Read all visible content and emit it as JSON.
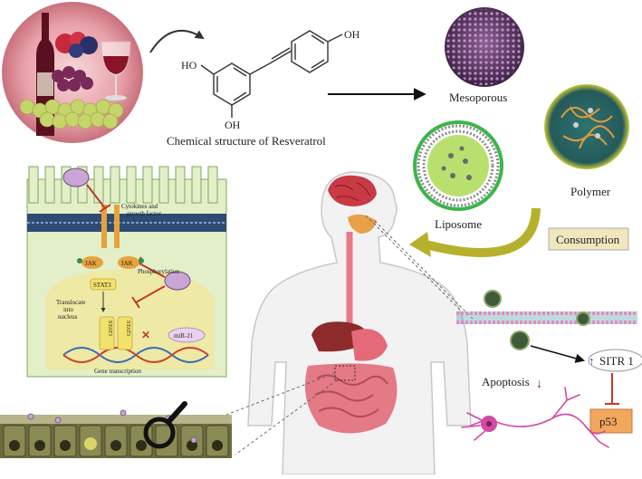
{
  "chemical": {
    "caption": "Chemical structure of Resveratrol",
    "oh_top": "OH",
    "oh_left": "HO",
    "oh_bottom": "OH"
  },
  "carriers": {
    "mesoporous": "Mesoporous",
    "polymer": "Polymer",
    "liposome": "Liposome"
  },
  "consumption": "Consumption",
  "pathway": {
    "cytokines": "Cytokines and",
    "growth_factor": "growth factor",
    "jak_left": "JAK",
    "jak_right": "JAK",
    "phosphorylation": "Phosphorylation",
    "stat3": "STAT3",
    "translocate_1": "Translocate",
    "translocate_2": "into",
    "translocate_3": "nucleus",
    "stat3_dimer_a": "STAT3",
    "stat3_dimer_b": "STAT3",
    "mir21": "miR-21",
    "gene_transcription": "Gene transcription"
  },
  "cellular": {
    "apoptosis": "Apoptosis",
    "sitr": "SITR 1",
    "p53": "p53"
  },
  "colors": {
    "wine_bg": "#e8a0a8",
    "cell_fill": "#e2efc9",
    "nucleus_fill": "#efe9a6",
    "consumption_box": "#f1e7bf",
    "arrow_olive": "#b6b12c",
    "membrane_pink": "#e48cc0",
    "membrane_teal": "#5aa6a9",
    "p53_box": "#f3a75d",
    "neuron": "#d24aa6",
    "inhibit_red": "#c0392b"
  },
  "icons": [
    "wine-fruit-illustration",
    "magnifier-icon",
    "neuron-icon",
    "human-body-icon"
  ]
}
